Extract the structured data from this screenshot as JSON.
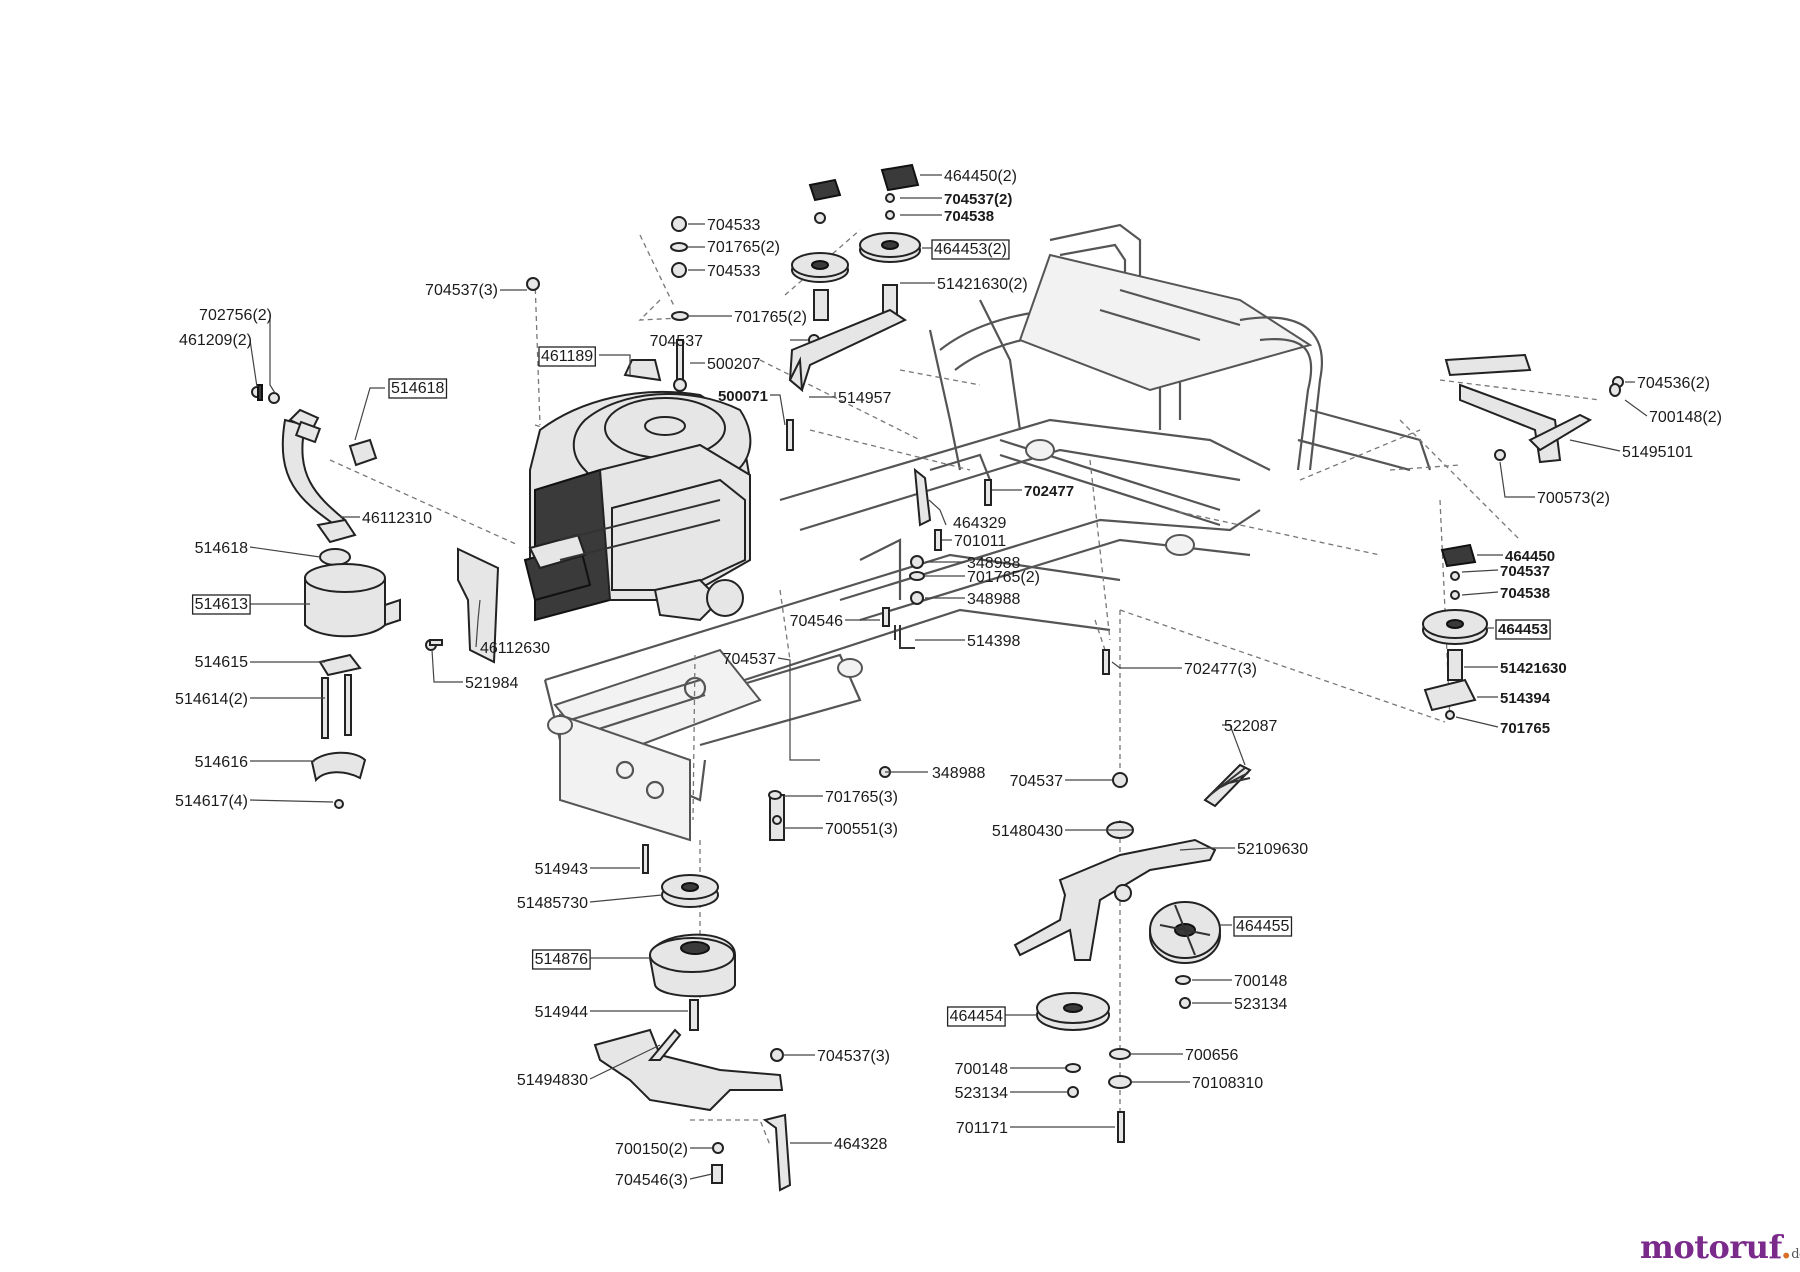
{
  "labels": [
    {
      "text": "704533",
      "bold": false,
      "boxed": false
    },
    {
      "text": "701765(2)",
      "bold": false,
      "boxed": false
    },
    {
      "text": "704533",
      "bold": false,
      "boxed": false
    },
    {
      "text": "704537(3)",
      "bold": false,
      "boxed": false
    },
    {
      "text": "701765(2)",
      "bold": false,
      "boxed": false
    },
    {
      "text": "704537",
      "bold": false,
      "boxed": false
    },
    {
      "text": "500207",
      "bold": false,
      "boxed": false
    },
    {
      "text": "500071",
      "bold": true,
      "boxed": false
    },
    {
      "text": "461189",
      "bold": false,
      "boxed": true
    },
    {
      "text": "702756(2)",
      "bold": false,
      "boxed": false
    },
    {
      "text": "461209(2)",
      "bold": false,
      "boxed": false
    },
    {
      "text": "514618",
      "bold": false,
      "boxed": true
    },
    {
      "text": "46112310",
      "bold": false,
      "boxed": false
    },
    {
      "text": "514618",
      "bold": false,
      "boxed": false
    },
    {
      "text": "514613",
      "bold": false,
      "boxed": true
    },
    {
      "text": "514615",
      "bold": false,
      "boxed": false
    },
    {
      "text": "514614(2)",
      "bold": false,
      "boxed": false
    },
    {
      "text": "514616",
      "bold": false,
      "boxed": false
    },
    {
      "text": "514617(4)",
      "bold": false,
      "boxed": false
    },
    {
      "text": "46112630",
      "bold": false,
      "boxed": false
    },
    {
      "text": "521984",
      "bold": false,
      "boxed": false
    },
    {
      "text": "464450(2)",
      "bold": false,
      "boxed": false
    },
    {
      "text": "704537(2)",
      "bold": true,
      "boxed": false
    },
    {
      "text": "704538",
      "bold": true,
      "boxed": false
    },
    {
      "text": "464453(2)",
      "bold": false,
      "boxed": true
    },
    {
      "text": "51421630(2)",
      "bold": false,
      "boxed": false
    },
    {
      "text": "514957",
      "bold": false,
      "boxed": false
    },
    {
      "text": "702477",
      "bold": true,
      "boxed": false
    },
    {
      "text": "464329",
      "bold": false,
      "boxed": false
    },
    {
      "text": "701011",
      "bold": false,
      "boxed": false
    },
    {
      "text": "348988",
      "bold": false,
      "boxed": false
    },
    {
      "text": "701765(2)",
      "bold": false,
      "boxed": false
    },
    {
      "text": "348988",
      "bold": false,
      "boxed": false
    },
    {
      "text": "704546",
      "bold": false,
      "boxed": false
    },
    {
      "text": "514398",
      "bold": false,
      "boxed": false
    },
    {
      "text": "702477(3)",
      "bold": false,
      "boxed": false
    },
    {
      "text": "704536(2)",
      "bold": false,
      "boxed": false
    },
    {
      "text": "700148(2)",
      "bold": false,
      "boxed": false
    },
    {
      "text": "51495101",
      "bold": false,
      "boxed": false
    },
    {
      "text": "700573(2)",
      "bold": false,
      "boxed": false
    },
    {
      "text": "464450",
      "bold": true,
      "boxed": false
    },
    {
      "text": "704537",
      "bold": true,
      "boxed": false
    },
    {
      "text": "704538",
      "bold": true,
      "boxed": false
    },
    {
      "text": "464453",
      "bold": true,
      "boxed": true
    },
    {
      "text": "51421630",
      "bold": true,
      "boxed": false
    },
    {
      "text": "514394",
      "bold": true,
      "boxed": false
    },
    {
      "text": "701765",
      "bold": true,
      "boxed": false
    },
    {
      "text": "704537",
      "bold": false,
      "boxed": false
    },
    {
      "text": "348988",
      "bold": false,
      "boxed": false
    },
    {
      "text": "701765(3)",
      "bold": false,
      "boxed": false
    },
    {
      "text": "700551(3)",
      "bold": false,
      "boxed": false
    },
    {
      "text": "522087",
      "bold": false,
      "boxed": false
    },
    {
      "text": "704537",
      "bold": false,
      "boxed": false
    },
    {
      "text": "51480430",
      "bold": false,
      "boxed": false
    },
    {
      "text": "52109630",
      "bold": false,
      "boxed": false
    },
    {
      "text": "464455",
      "bold": false,
      "boxed": true
    },
    {
      "text": "700148",
      "bold": false,
      "boxed": false
    },
    {
      "text": "523134",
      "bold": false,
      "boxed": false
    },
    {
      "text": "464454",
      "bold": false,
      "boxed": true
    },
    {
      "text": "700656",
      "bold": false,
      "boxed": false
    },
    {
      "text": "700148",
      "bold": false,
      "boxed": false
    },
    {
      "text": "523134",
      "bold": false,
      "boxed": false
    },
    {
      "text": "70108310",
      "bold": false,
      "boxed": false
    },
    {
      "text": "701171",
      "bold": false,
      "boxed": false
    },
    {
      "text": "514943",
      "bold": false,
      "boxed": false
    },
    {
      "text": "51485730",
      "bold": false,
      "boxed": false
    },
    {
      "text": "514876",
      "bold": false,
      "boxed": true
    },
    {
      "text": "514944",
      "bold": false,
      "boxed": false
    },
    {
      "text": "51494830",
      "bold": false,
      "boxed": false
    },
    {
      "text": "704537(3)",
      "bold": false,
      "boxed": false
    },
    {
      "text": "700150(2)",
      "bold": false,
      "boxed": false
    },
    {
      "text": "704546(3)",
      "bold": false,
      "boxed": false
    },
    {
      "text": "464328",
      "bold": false,
      "boxed": false
    }
  ],
  "watermark": {
    "brand": "motoruf",
    "dot": ".",
    "tld": "de"
  }
}
